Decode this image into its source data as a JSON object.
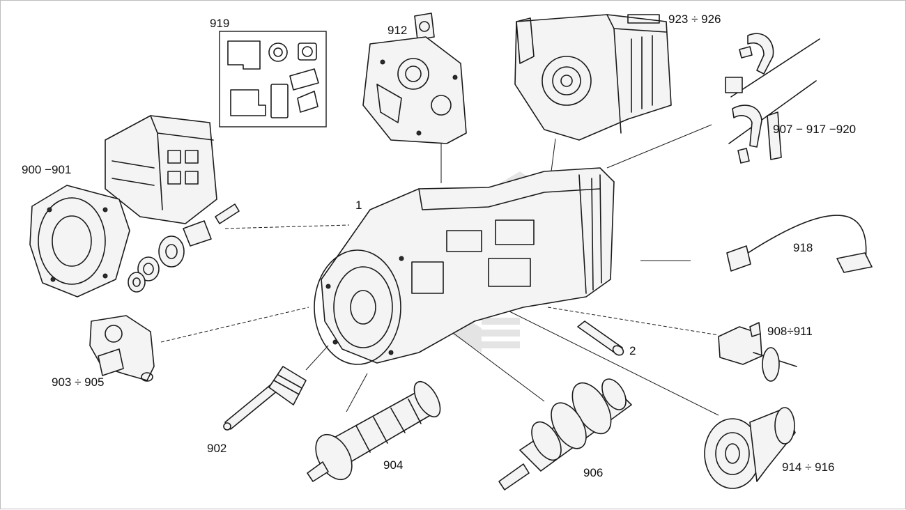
{
  "diagram": {
    "watermark_color": "#cfcfcf",
    "labels": {
      "main": "1",
      "p2": "2",
      "p900": "900 −901",
      "p902": "902",
      "p903": "903 ÷ 905",
      "p904": "904",
      "p906": "906",
      "p907": "907 − 917 −920",
      "p908": "908÷911",
      "p912": "912",
      "p914": "914 ÷ 916",
      "p918": "918",
      "p919": "919",
      "p923": "923 ÷ 926"
    }
  }
}
